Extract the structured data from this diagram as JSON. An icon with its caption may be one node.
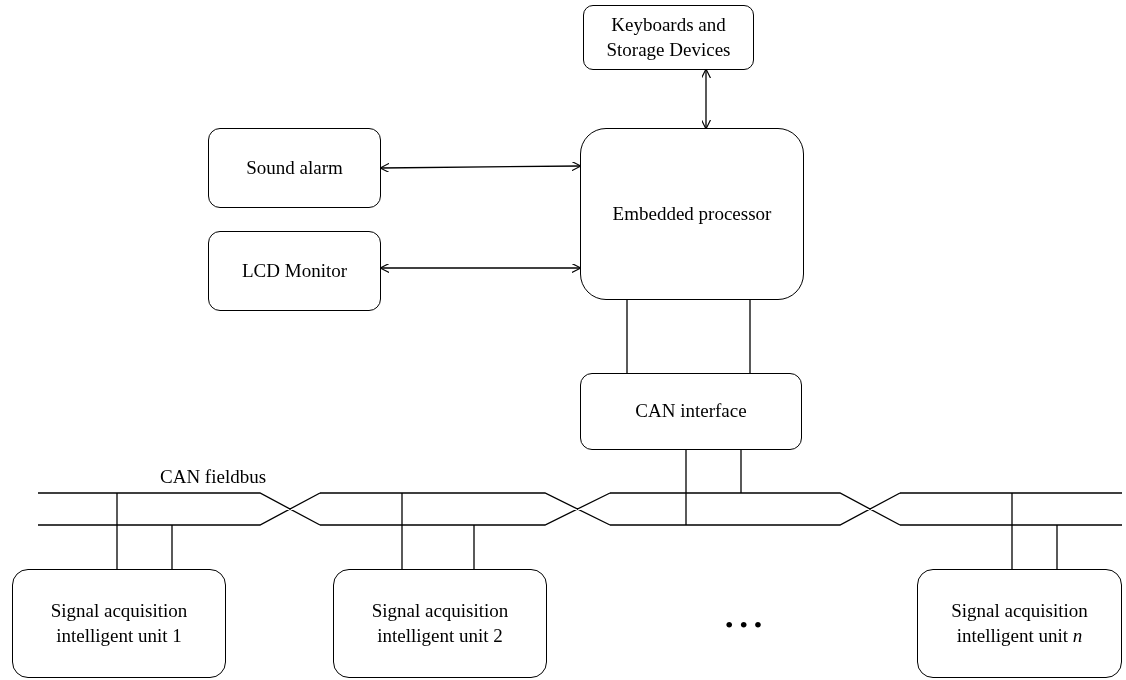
{
  "diagram": {
    "nodes": [
      {
        "text": [
          "Keyboards and Storage Devices"
        ]
      },
      {
        "text": [
          "Sound alarm"
        ]
      },
      {
        "text": [
          "LCD Monitor"
        ]
      },
      {
        "text": [
          "Embedded processor"
        ]
      },
      {
        "text": [
          "CAN interface"
        ]
      },
      {
        "text": [],
        "shape": "bar",
        "beside": [
          "CAN fieldbus"
        ]
      },
      {
        "text": [
          "Signal acquisition intelligent unit 1"
        ]
      },
      {
        "text": [
          "Signal acquisition intelligent unit 2"
        ]
      },
      {
        "text": [
          "Signal acquisition intelligent unit *n*"
        ]
      }
    ],
    "edges": [
      {
        "from": 0,
        "to": 3,
        "arrow": "both"
      },
      {
        "from": 1,
        "to": 3,
        "arrow": "both"
      },
      {
        "from": 2,
        "to": 3,
        "arrow": "both"
      },
      {
        "from": 3,
        "to": 4,
        "arrow": "none"
      },
      {
        "from": 3,
        "to": 4,
        "arrow": "none"
      },
      {
        "from": 4,
        "to": 5,
        "arrow": "none"
      },
      {
        "from": 4,
        "to": 5,
        "arrow": "none"
      },
      {
        "from": 6,
        "to": 5,
        "arrow": "none"
      },
      {
        "from": 6,
        "to": 5,
        "arrow": "none"
      },
      {
        "from": 7,
        "to": 5,
        "arrow": "none"
      },
      {
        "from": 7,
        "to": 5,
        "arrow": "none"
      },
      {
        "from": 8,
        "to": 5,
        "arrow": "none"
      },
      {
        "from": 8,
        "to": 5,
        "arrow": "none"
      }
    ],
    "labels": [
      "• • •"
    ]
  }
}
